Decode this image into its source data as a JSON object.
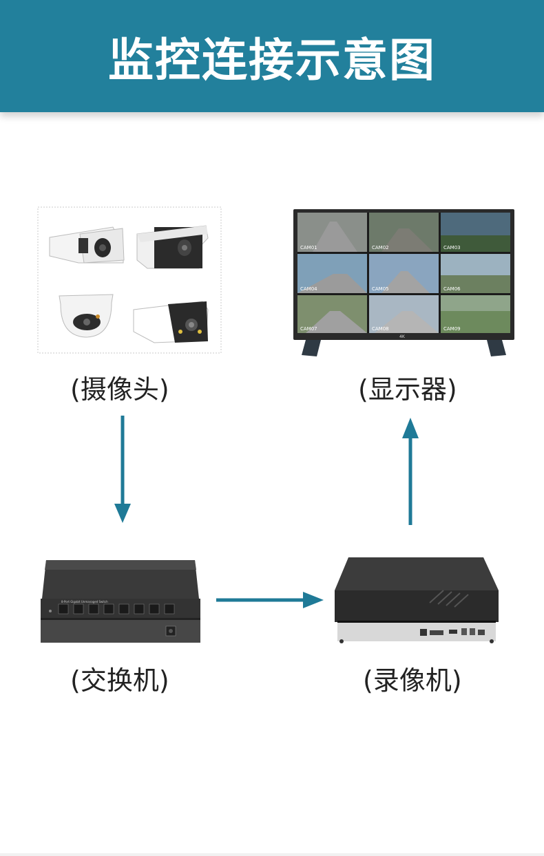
{
  "title": "监控连接示意图",
  "colors": {
    "header_bg": "#22809c",
    "arrow": "#1f7a97"
  },
  "devices": {
    "camera": {
      "label": "(摄像头)",
      "icon": "camera-group-icon"
    },
    "monitor": {
      "label": "(显示器)",
      "icon": "monitor-icon",
      "brand": "4K",
      "cams": [
        "CAM01",
        "CAM02",
        "CAM03",
        "CAM04",
        "CAM05",
        "CAM06",
        "CAM07",
        "CAM08",
        "CAM09"
      ]
    },
    "switch": {
      "label": "(交换机)",
      "icon": "network-switch-icon"
    },
    "nvr": {
      "label": "(录像机)",
      "icon": "nvr-recorder-icon"
    }
  },
  "flow": [
    {
      "from": "camera",
      "to": "switch",
      "direction": "down"
    },
    {
      "from": "switch",
      "to": "nvr",
      "direction": "right"
    },
    {
      "from": "nvr",
      "to": "monitor",
      "direction": "up"
    }
  ]
}
